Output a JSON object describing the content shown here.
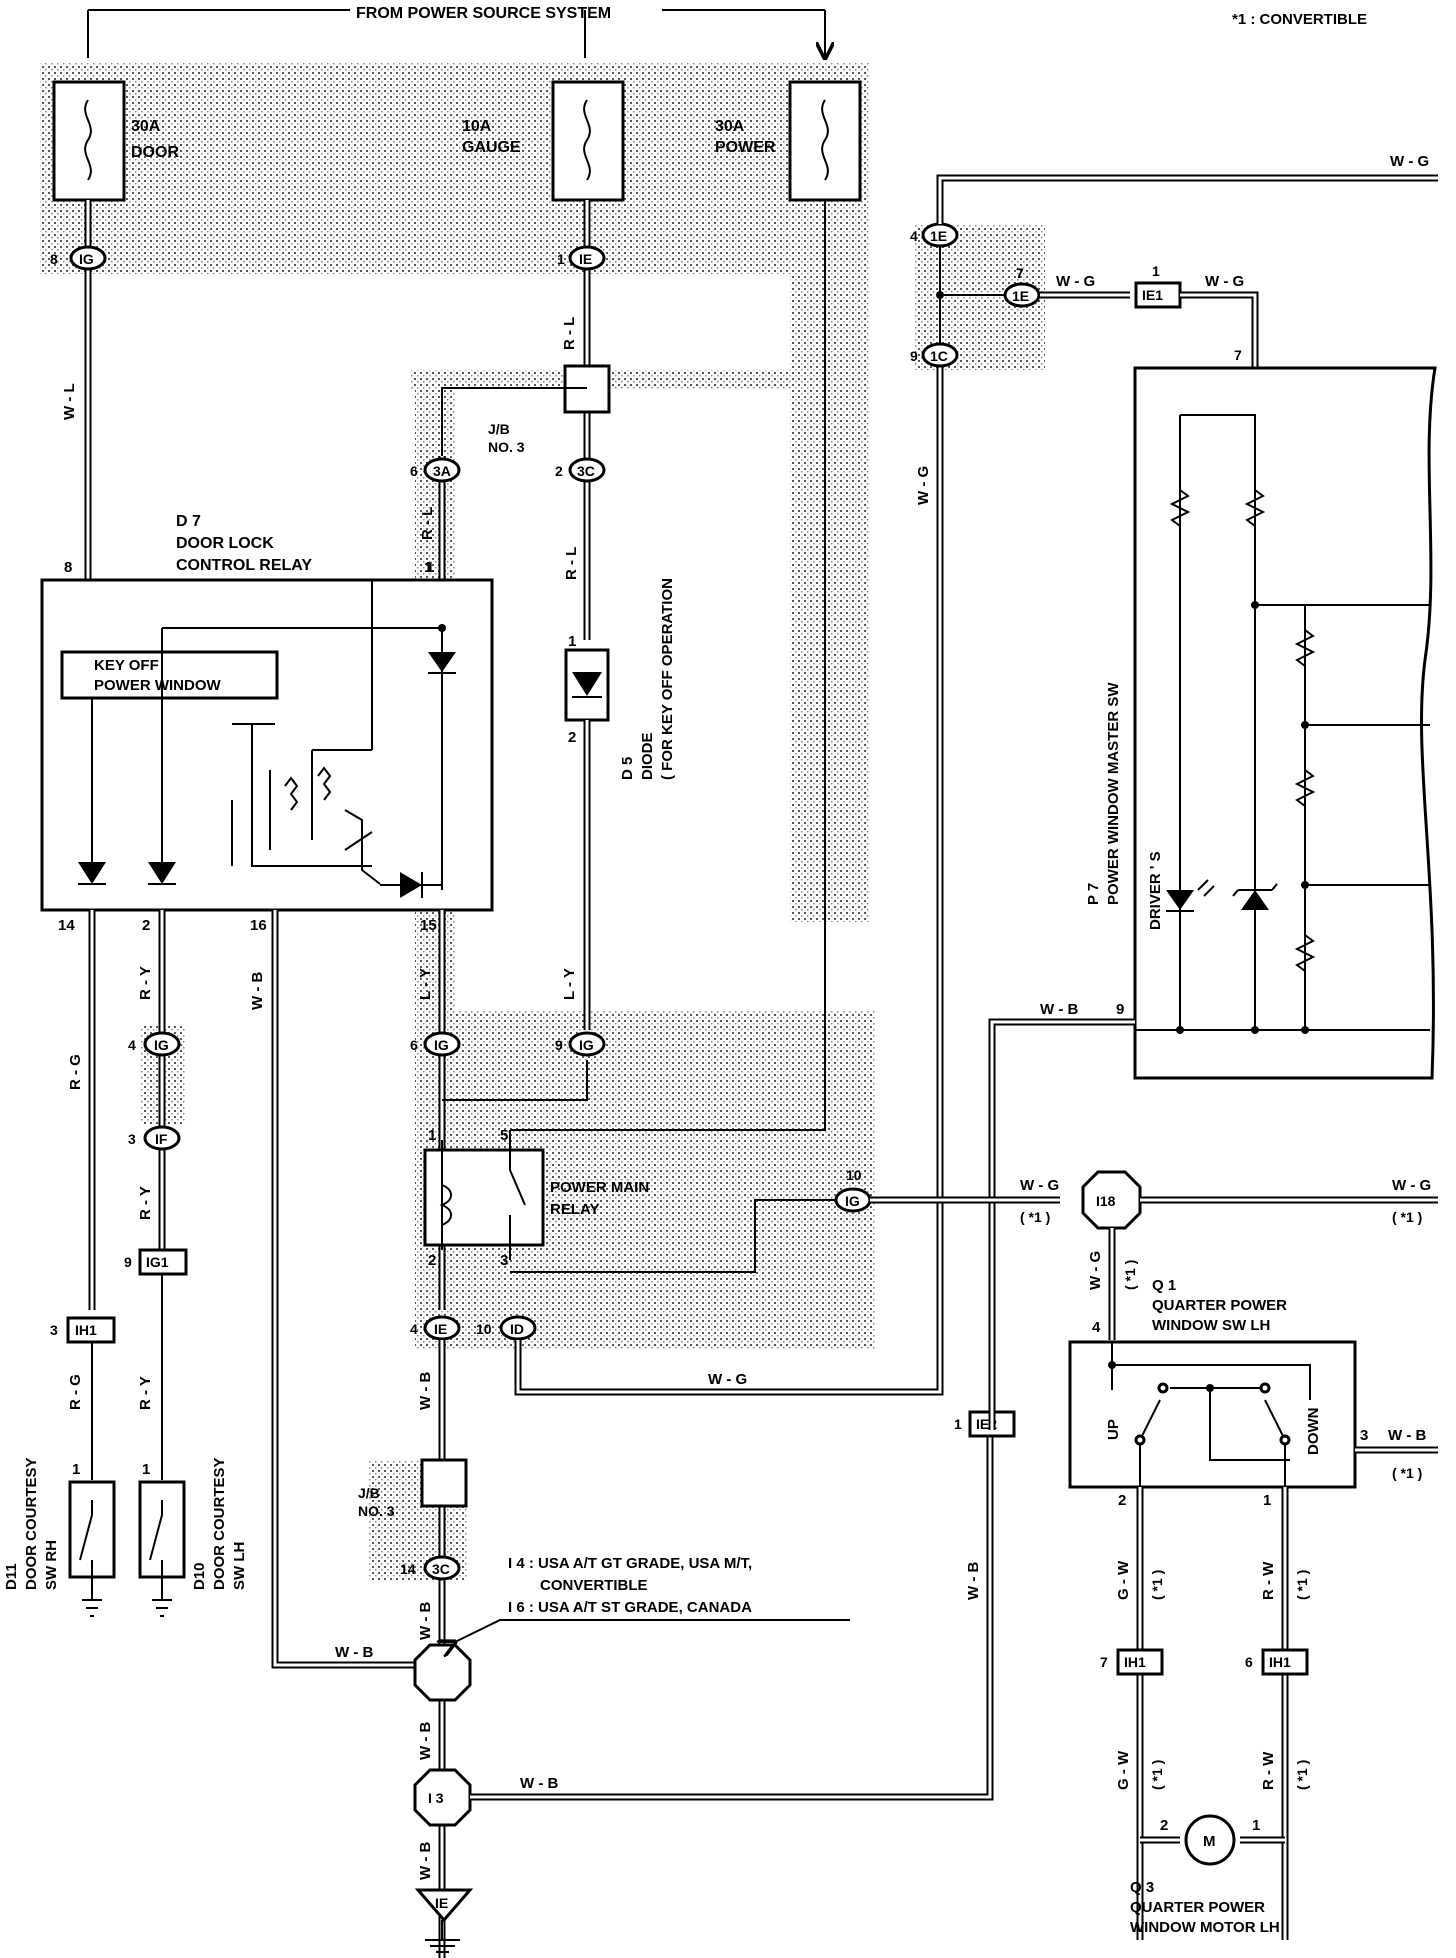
{
  "header": {
    "power_source": "FROM POWER SOURCE SYSTEM",
    "note": "*1 : CONVERTIBLE"
  },
  "fuses": [
    {
      "amp": "30A",
      "name": "DOOR"
    },
    {
      "amp": "10A",
      "name": "GAUGE"
    },
    {
      "amp": "30A",
      "name": "POWER"
    }
  ],
  "connectors": {
    "ig": "IG",
    "ie": "IE",
    "ia3": "3A",
    "c3c": "3C",
    "e1": "1E",
    "c1": "1C",
    "ie1": "IE1",
    "if": "IF",
    "ig1": "IG1",
    "ih1": "IH1",
    "id": "ID",
    "ie2": "IE2",
    "i18": "I18",
    "i3": "I 3",
    "ie_gnd": "IE"
  },
  "pins": {
    "p8": "8",
    "p1": "1",
    "p2": "2",
    "p3": "3",
    "p4": "4",
    "p5": "5",
    "p6": "6",
    "p7": "7",
    "p9": "9",
    "p10": "10",
    "p14": "14",
    "p15": "15",
    "p16": "16"
  },
  "wires": {
    "wl": "W - L",
    "rl": "R - L",
    "ly": "L - Y",
    "rg": "R - G",
    "ry": "R - Y",
    "wb": "W - B",
    "wg": "W - G",
    "gw": "G - W",
    "rw": "R - W",
    "star1": "( *1 )"
  },
  "jb": {
    "line1": "J/B",
    "line2": "NO. 3"
  },
  "components": {
    "d7": {
      "code": "D 7",
      "name1": "DOOR LOCK",
      "name2": "CONTROL RELAY",
      "inner1": "KEY OFF",
      "inner2": "POWER WINDOW"
    },
    "d5": {
      "code": "D 5",
      "name1": "DIODE",
      "name2": "( FOR KEY OFF OPERATION"
    },
    "p7": {
      "code": "P 7",
      "name": "POWER WINDOW MASTER SW",
      "sub": "DRIVER ' S"
    },
    "relay": {
      "name1": "POWER MAIN",
      "name2": "RELAY"
    },
    "q1": {
      "code": "Q 1",
      "name1": "QUARTER POWER",
      "name2": "WINDOW SW LH",
      "up": "UP",
      "down": "DOWN"
    },
    "q3": {
      "code": "Q 3",
      "name1": "QUARTER POWER",
      "name2": "WINDOW MOTOR LH",
      "m": "M"
    },
    "d11": {
      "code": "D11",
      "name1": "DOOR COURTESY",
      "name2": "SW RH"
    },
    "d10": {
      "code": "D10",
      "name1": "DOOR COURTESY",
      "name2": "SW LH"
    }
  },
  "notes": {
    "i4": "I 4 : USA A/T GT GRADE, USA M/T,",
    "i4b": "CONVERTIBLE",
    "i6": "I 6 : USA A/T ST GRADE, CANADA"
  }
}
